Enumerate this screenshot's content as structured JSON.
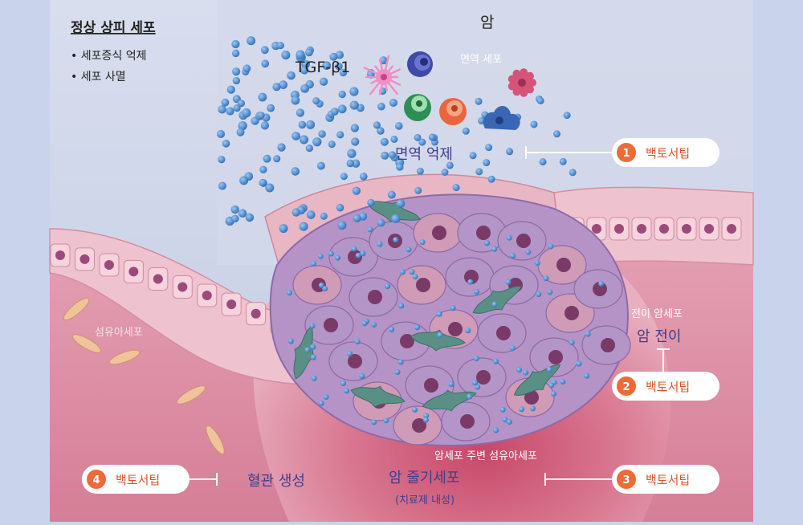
{
  "colors": {
    "page_bg": "#c9d3ec",
    "panel_sky": "#cfd8ea",
    "tissue_pink": "#e6a7b8",
    "tissue_deep": "#c95372",
    "epithelium": "#f1c6d2",
    "tumor_cell": "#b895c6",
    "tumor_cell_alt": "#cf9bb6",
    "nucleus": "#7a3a67",
    "fibroblast": "#5a8f86",
    "dot_blue": "#3d82cf",
    "label_navy": "#3f3f8c",
    "badge_orange": "#ee6a37",
    "badge_bg": "#ffffff",
    "text_dark": "#222222",
    "text_white": "#ffffff"
  },
  "legend": {
    "title": "정상 상피 세포",
    "bullets": [
      "세포증식 억제",
      "세포 사멸"
    ]
  },
  "labels": {
    "cancer": "암",
    "tgf": "TGF-β1",
    "immune_cell": "면역 세포",
    "immune_suppression": "면역 억제",
    "fibroblast": "섬유아세포",
    "metastatic_cell": "전이 암세포",
    "metastasis": "암 전이",
    "caf": "암세포 주변 섬유아세포",
    "cancer_stem": "암 줄기세포",
    "cancer_stem_sub": "(치료제 내성)",
    "angiogenesis": "혈관 생성"
  },
  "badges": [
    {
      "number": "1",
      "label": "백토서팁"
    },
    {
      "number": "2",
      "label": "백토서팁"
    },
    {
      "number": "3",
      "label": "백토서팁"
    },
    {
      "number": "4",
      "label": "백토서팁"
    }
  ],
  "icons": {
    "immune_cells": [
      "dendritic-cell-icon",
      "lymphocyte-icon",
      "t-cell-icon",
      "b-cell-icon",
      "macrophage-icon",
      "nk-cell-icon"
    ],
    "molecules": "tgf-beta-molecule-icon",
    "fibroblasts": "fibroblast-icon",
    "badge": "numbered-circle-icon"
  }
}
